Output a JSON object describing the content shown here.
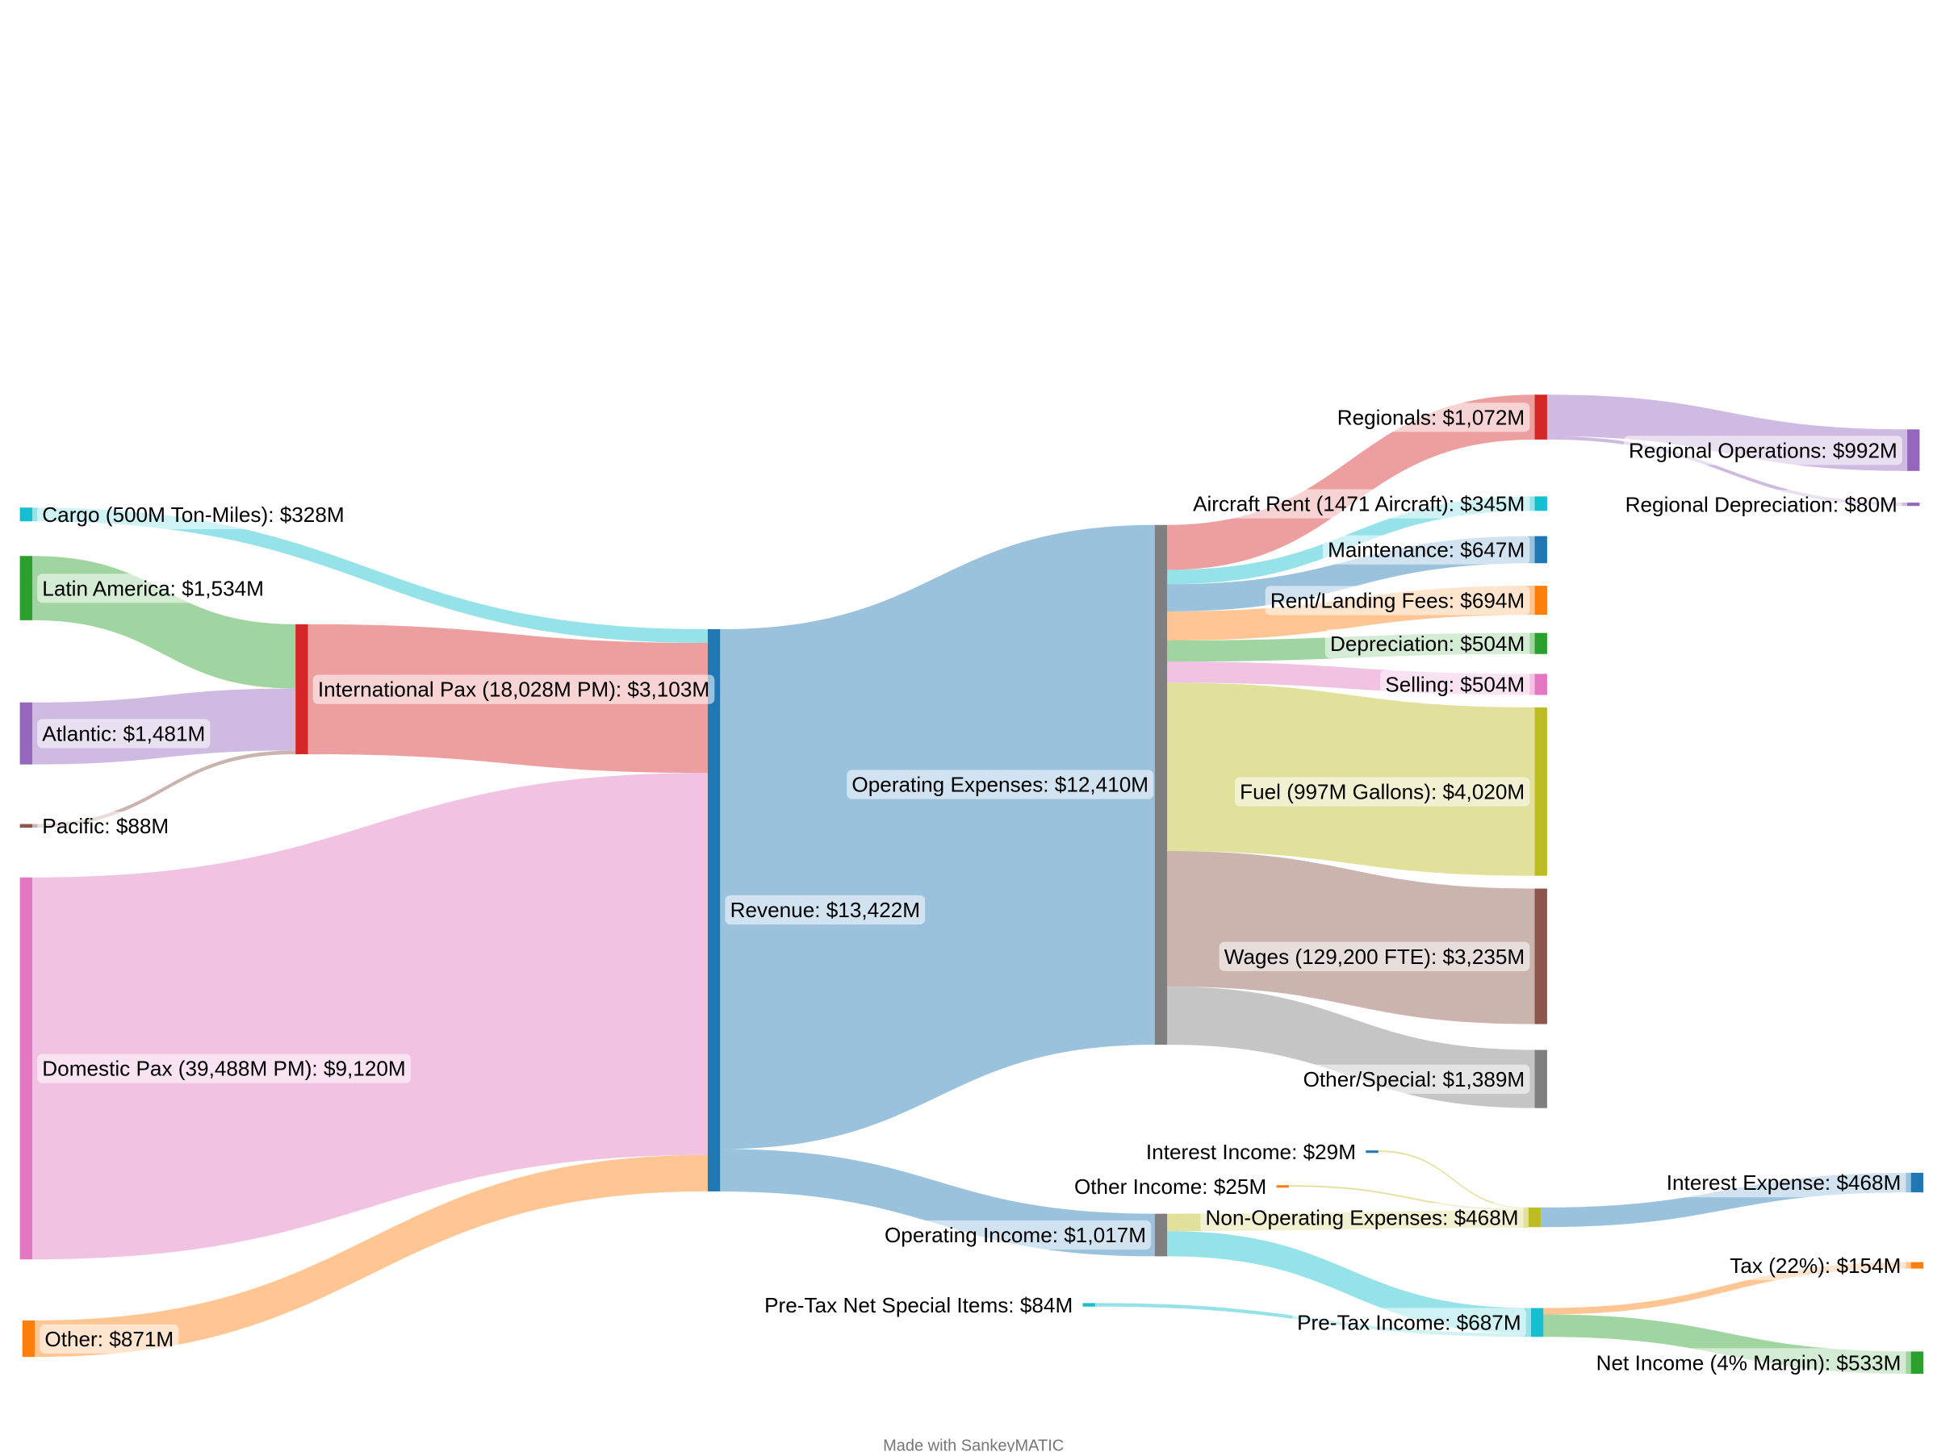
{
  "chart_data": {
    "type": "sankey",
    "title": "",
    "footer": "Made with SankeyMATIC",
    "unit": "$M",
    "nodes": [
      {
        "id": "cargo",
        "label": "Cargo (500M Ton-Miles): $328M",
        "value": 328,
        "color": "#17becf"
      },
      {
        "id": "latam",
        "label": "Latin America: $1,534M",
        "value": 1534,
        "color": "#2ca02c"
      },
      {
        "id": "atlantic",
        "label": "Atlantic: $1,481M",
        "value": 1481,
        "color": "#9467bd"
      },
      {
        "id": "pacific",
        "label": "Pacific: $88M",
        "value": 88,
        "color": "#8c564b"
      },
      {
        "id": "domestic",
        "label": "Domestic Pax (39,488M PM): $9,120M",
        "value": 9120,
        "color": "#e377c2"
      },
      {
        "id": "other",
        "label": "Other: $871M",
        "value": 871,
        "color": "#ff7f0e"
      },
      {
        "id": "intl",
        "label": "International Pax (18,028M PM): $3,103M",
        "value": 3103,
        "color": "#d62728"
      },
      {
        "id": "revenue",
        "label": "Revenue: $13,422M",
        "value": 13422,
        "color": "#1f77b4"
      },
      {
        "id": "opex",
        "label": "Operating Expenses: $12,410M",
        "value": 12410,
        "color": "#7f7f7f"
      },
      {
        "id": "opinc",
        "label": "Operating Income: $1,017M",
        "value": 1017,
        "color": "#7f7f7f"
      },
      {
        "id": "intinc",
        "label": "Interest Income: $29M",
        "value": 29,
        "color": "#1f77b4"
      },
      {
        "id": "othinc",
        "label": "Other Income: $25M",
        "value": 25,
        "color": "#ff7f0e"
      },
      {
        "id": "special",
        "label": "Pre-Tax Net Special Items: $84M",
        "value": 84,
        "color": "#17becf"
      },
      {
        "id": "regionals",
        "label": "Regionals: $1,072M",
        "value": 1072,
        "color": "#d62728"
      },
      {
        "id": "acrent",
        "label": "Aircraft Rent (1471 Aircraft): $345M",
        "value": 345,
        "color": "#17becf"
      },
      {
        "id": "maint",
        "label": "Maintenance: $647M",
        "value": 647,
        "color": "#1f77b4"
      },
      {
        "id": "rentland",
        "label": "Rent/Landing Fees: $694M",
        "value": 694,
        "color": "#ff7f0e"
      },
      {
        "id": "deprec",
        "label": "Depreciation: $504M",
        "value": 504,
        "color": "#2ca02c"
      },
      {
        "id": "selling",
        "label": "Selling: $504M",
        "value": 504,
        "color": "#e377c2"
      },
      {
        "id": "fuel",
        "label": "Fuel (997M Gallons): $4,020M",
        "value": 4020,
        "color": "#bcbd22"
      },
      {
        "id": "wages",
        "label": "Wages (129,200 FTE): $3,235M",
        "value": 3235,
        "color": "#8c564b"
      },
      {
        "id": "othspec",
        "label": "Other/Special: $1,389M",
        "value": 1389,
        "color": "#7f7f7f"
      },
      {
        "id": "nonop",
        "label": "Non-Operating Expenses: $468M",
        "value": 468,
        "color": "#bcbd22"
      },
      {
        "id": "pretax",
        "label": "Pre-Tax Income: $687M",
        "value": 687,
        "color": "#17becf"
      },
      {
        "id": "regops",
        "label": "Regional Operations: $992M",
        "value": 992,
        "color": "#9467bd"
      },
      {
        "id": "regdep",
        "label": "Regional Depreciation: $80M",
        "value": 80,
        "color": "#9467bd"
      },
      {
        "id": "intexp",
        "label": "Interest Expense: $468M",
        "value": 468,
        "color": "#1f77b4"
      },
      {
        "id": "tax",
        "label": "Tax (22%): $154M",
        "value": 154,
        "color": "#ff7f0e"
      },
      {
        "id": "netinc",
        "label": "Net Income (4% Margin): $533M",
        "value": 533,
        "color": "#2ca02c"
      }
    ],
    "flows": [
      {
        "source": "cargo",
        "target": "revenue",
        "value": 328,
        "color": "#17becf"
      },
      {
        "source": "latam",
        "target": "intl",
        "value": 1534,
        "color": "#2ca02c"
      },
      {
        "source": "atlantic",
        "target": "intl",
        "value": 1481,
        "color": "#9467bd"
      },
      {
        "source": "pacific",
        "target": "intl",
        "value": 88,
        "color": "#8c564b"
      },
      {
        "source": "intl",
        "target": "revenue",
        "value": 3103,
        "color": "#d62728"
      },
      {
        "source": "domestic",
        "target": "revenue",
        "value": 9120,
        "color": "#e377c2"
      },
      {
        "source": "other",
        "target": "revenue",
        "value": 871,
        "color": "#ff7f0e"
      },
      {
        "source": "revenue",
        "target": "opex",
        "value": 12410,
        "color": "#1f77b4"
      },
      {
        "source": "revenue",
        "target": "opinc",
        "value": 1017,
        "color": "#1f77b4"
      },
      {
        "source": "opex",
        "target": "regionals",
        "value": 1072,
        "color": "#d62728"
      },
      {
        "source": "opex",
        "target": "acrent",
        "value": 345,
        "color": "#17becf"
      },
      {
        "source": "opex",
        "target": "maint",
        "value": 647,
        "color": "#1f77b4"
      },
      {
        "source": "opex",
        "target": "rentland",
        "value": 694,
        "color": "#ff7f0e"
      },
      {
        "source": "opex",
        "target": "deprec",
        "value": 504,
        "color": "#2ca02c"
      },
      {
        "source": "opex",
        "target": "selling",
        "value": 504,
        "color": "#e377c2"
      },
      {
        "source": "opex",
        "target": "fuel",
        "value": 4020,
        "color": "#bcbd22"
      },
      {
        "source": "opex",
        "target": "wages",
        "value": 3235,
        "color": "#8c564b"
      },
      {
        "source": "opex",
        "target": "othspec",
        "value": 1389,
        "color": "#7f7f7f"
      },
      {
        "source": "regionals",
        "target": "regops",
        "value": 992,
        "color": "#9467bd"
      },
      {
        "source": "regionals",
        "target": "regdep",
        "value": 80,
        "color": "#9467bd"
      },
      {
        "source": "intinc",
        "target": "nonop",
        "value": 29,
        "color": "#bcbd22"
      },
      {
        "source": "othinc",
        "target": "nonop",
        "value": 25,
        "color": "#bcbd22"
      },
      {
        "source": "opinc",
        "target": "nonop",
        "value": 414,
        "color": "#bcbd22"
      },
      {
        "source": "opinc",
        "target": "pretax",
        "value": 603,
        "color": "#17becf"
      },
      {
        "source": "special",
        "target": "pretax",
        "value": 84,
        "color": "#17becf"
      },
      {
        "source": "nonop",
        "target": "intexp",
        "value": 468,
        "color": "#1f77b4"
      },
      {
        "source": "pretax",
        "target": "tax",
        "value": 154,
        "color": "#ff7f0e"
      },
      {
        "source": "pretax",
        "target": "netinc",
        "value": 533,
        "color": "#2ca02c"
      }
    ]
  }
}
